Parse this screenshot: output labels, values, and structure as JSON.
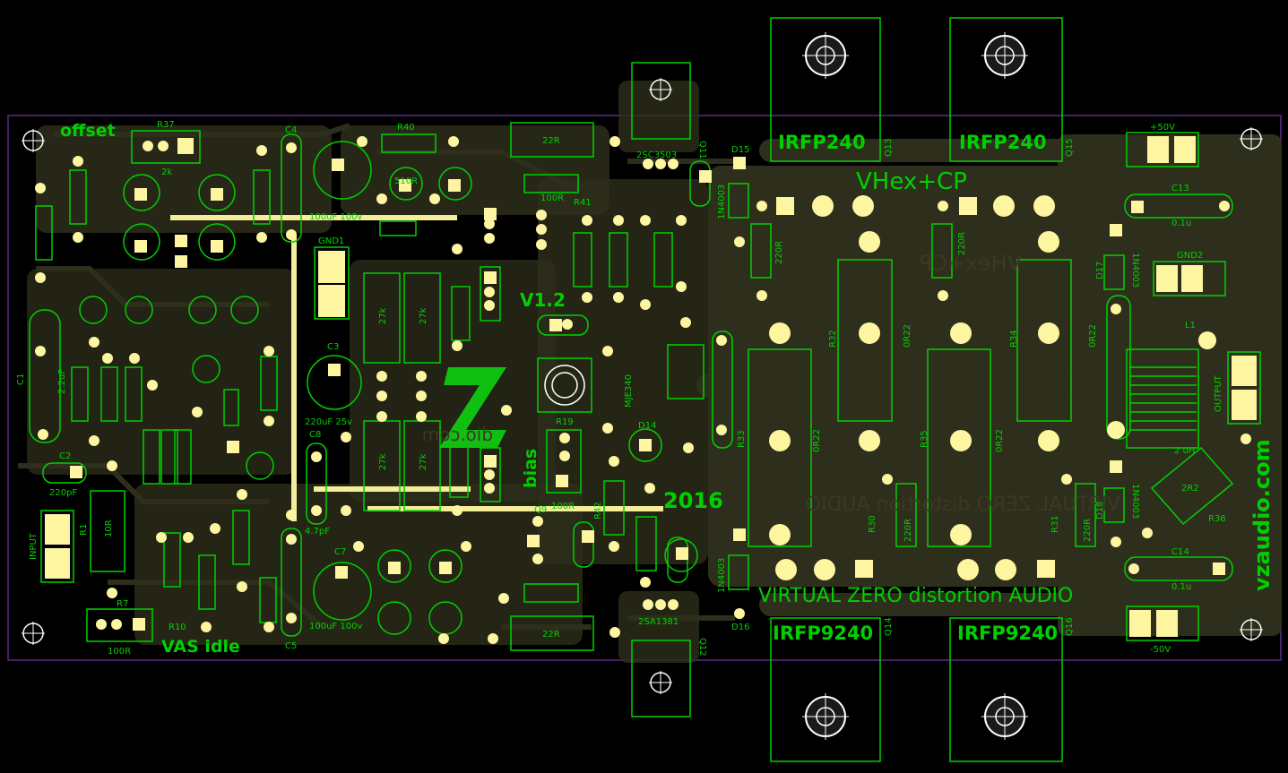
{
  "colors": {
    "background": "#000000",
    "board_copper": "#2e2e1c",
    "silkscreen": "#00d000",
    "pad": "#fdf5a0",
    "outline": "#5a2a8a",
    "jumper": "#f4ee9a"
  },
  "labels": {
    "offset": "offset",
    "vas_idle": "VAS idle",
    "v12": "V1.2",
    "bias": "bias",
    "vhex": "VHex+CP",
    "vhex_mirror": "VHex+CP",
    "year": "2016",
    "virtual_zero": "VIRTUAL ZERO distortion AUDIO",
    "virtual_zero_mirror": "VIRTUAL ZERO distortion AUDIO",
    "vzaudio": "vzaudio.com",
    "irfp240_a": "IRFP240",
    "irfp240_b": "IRFP240",
    "irfp9240_a": "IRFP9240",
    "irfp9240_b": "IRFP9240",
    "input": "INPUT",
    "output": "OUTPUT",
    "gnd1": "GND1",
    "gnd2": "GND2",
    "plus50": "+50V",
    "minus50": "-50V",
    "l1": "L1",
    "l1_val": "2 uH",
    "r36": "R36",
    "r36_val": "2R2",
    "c13": "C13",
    "c13_val": "0.1u",
    "c14": "C14",
    "c14_val": "0.1u",
    "r37": "R37",
    "r37_val": "2k",
    "r7": "R7",
    "r7_val": "100R",
    "r10": "R10",
    "r1": "R1",
    "r1_val": "10R",
    "c1": "C1",
    "c1_val": "2.2uF",
    "c2": "C2",
    "c2_val": "220pF",
    "c3": "C3",
    "c3_val": "220uF 25v",
    "c4": "C4",
    "c4_val": "100uF 100v",
    "c5": "C5",
    "c7": "C7",
    "c7_val": "100uF 100v",
    "c8": "C8",
    "c8_val": "4.7pF",
    "r40": "R40",
    "r40_val": "510R",
    "r15_val": "27k",
    "r16_val": "27k",
    "r33": "R33",
    "r19": "R19",
    "d14": "D14",
    "d15": "D15",
    "d16": "D16",
    "d17": "D17",
    "d18": "D18",
    "d17_val": "1N4003",
    "d18_val": "1N4003",
    "d15_val": "1N4003",
    "d16_val": "1N4003",
    "r22_top": "22R",
    "r22_bot": "22R",
    "r41": "R41",
    "r41_val": "100R",
    "r42": "R42",
    "r42_val": "100R",
    "q11": "Q11",
    "q11_part": "2SC3503",
    "q12": "Q12",
    "q12_part": "2SA1381",
    "q10_part": "MJE340",
    "q9": "Q9",
    "r29_val": "220R",
    "r28_val": "220R",
    "r30": "R30",
    "r30_val": "220R",
    "r31": "R31",
    "r31_val": "220R",
    "r32": "R32",
    "r34": "R34",
    "r35": "R35",
    "or22": "0R22",
    "q13": "Q13",
    "q14": "Q14",
    "q15": "Q15",
    "q16": "Q16",
    "watermark": "dio.com"
  }
}
